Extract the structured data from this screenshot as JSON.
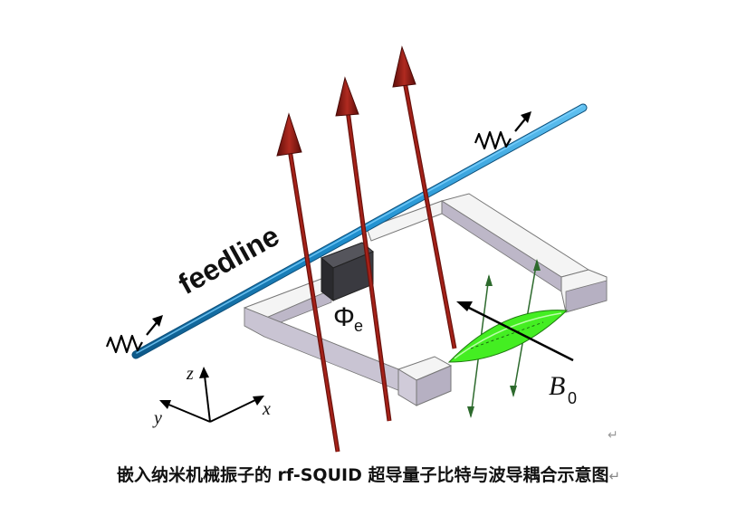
{
  "labels": {
    "feedline": "feedline",
    "flux_symbol": "Φ",
    "flux_subscript": "e",
    "field_symbol": "B",
    "field_subscript": "0",
    "axis_x": "x",
    "axis_y": "y",
    "axis_z": "z"
  },
  "caption": {
    "text": "嵌入纳米机械振子的 rf-SQUID 超导量子比特与波导耦合示意图",
    "return_mark": "↵"
  },
  "stray_mark": "↵",
  "colors": {
    "feedline": "#1f90d0",
    "flux_arrow": "#8b1a14",
    "resonator": "#44ee22",
    "loop_top": "#f4f4f4",
    "loop_side": "#b6b0c2",
    "junction": "#2e2e33"
  }
}
